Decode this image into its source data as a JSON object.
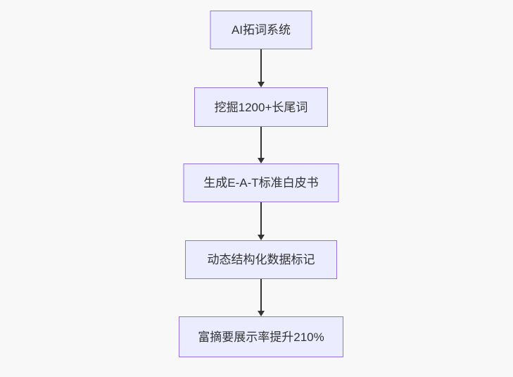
{
  "diagram": {
    "type": "flowchart",
    "direction": "top-down",
    "nodes": [
      {
        "id": "node-1",
        "label": "AI拓词系统"
      },
      {
        "id": "node-2",
        "label": "挖掘1200+长尾词"
      },
      {
        "id": "node-3",
        "label": "生成E-A-T标准白皮书"
      },
      {
        "id": "node-4",
        "label": "动态结构化数据标记"
      },
      {
        "id": "node-5",
        "label": "富摘要展示率提升210%"
      }
    ],
    "edges": [
      {
        "from": "node-1",
        "to": "node-2",
        "style": "arrow-down"
      },
      {
        "from": "node-2",
        "to": "node-3",
        "style": "arrow-down"
      },
      {
        "from": "node-3",
        "to": "node-4",
        "style": "arrow-down"
      },
      {
        "from": "node-4",
        "to": "node-5",
        "style": "arrow-down"
      }
    ],
    "colors": {
      "node_fill": "#ececff",
      "node_border": "#9370db",
      "arrow": "#333333",
      "text": "#333333",
      "background": "#f8f8f8"
    }
  }
}
